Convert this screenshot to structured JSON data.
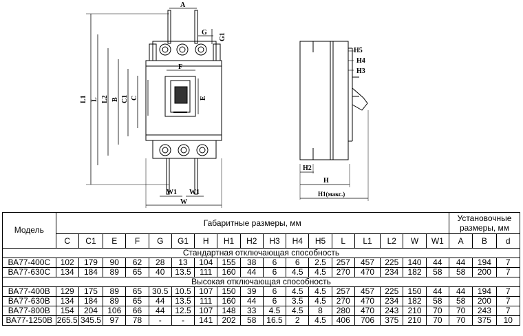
{
  "drawing": {
    "front_labels": [
      "A",
      "G",
      "G1",
      "L1",
      "L",
      "L2",
      "B",
      "C1",
      "C",
      "F",
      "E",
      "W1",
      "W1",
      "W"
    ],
    "side_labels": [
      "H5",
      "H4",
      "H3",
      "H2",
      "H",
      "H1(макс.)"
    ]
  },
  "table": {
    "model_header": "Модель",
    "dims_header": "Габаритные размеры, мм",
    "mount_header": "Установочные размеры, мм",
    "columns": [
      "C",
      "C1",
      "E",
      "F",
      "G",
      "G1",
      "H",
      "H1",
      "H2",
      "H3",
      "H4",
      "H5",
      "L",
      "L1",
      "L2",
      "W",
      "W1",
      "A",
      "B",
      "d"
    ],
    "sections": [
      {
        "title": "Стандартная отключающая способность",
        "rows": [
          [
            "ВА77-400С",
            "102",
            "179",
            "90",
            "62",
            "28",
            "13",
            "104",
            "155",
            "38",
            "6",
            "6",
            "2.5",
            "257",
            "457",
            "225",
            "140",
            "44",
            "44",
            "194",
            "7"
          ],
          [
            "ВА77-630С",
            "134",
            "184",
            "89",
            "65",
            "40",
            "13.5",
            "111",
            "160",
            "44",
            "6",
            "4.5",
            "4.5",
            "270",
            "470",
            "234",
            "182",
            "58",
            "58",
            "200",
            "7"
          ]
        ]
      },
      {
        "title": "Высокая отключающая способность",
        "rows": [
          [
            "ВА77-400В",
            "129",
            "175",
            "89",
            "65",
            "30.5",
            "10.5",
            "107",
            "150",
            "39",
            "6",
            "4.5",
            "4.5",
            "257",
            "457",
            "225",
            "150",
            "44",
            "44",
            "194",
            "7"
          ],
          [
            "ВА77-630В",
            "134",
            "184",
            "89",
            "65",
            "44",
            "13.5",
            "111",
            "160",
            "44",
            "6",
            "3.5",
            "4.5",
            "270",
            "470",
            "234",
            "182",
            "58",
            "58",
            "200",
            "7"
          ],
          [
            "ВА77-800В",
            "154",
            "204",
            "106",
            "66",
            "44",
            "12.5",
            "107",
            "148",
            "33",
            "4.5",
            "4.5",
            "8",
            "280",
            "470",
            "243",
            "210",
            "70",
            "70",
            "243",
            "7"
          ],
          [
            "ВА77-1250В",
            "265.5",
            "345.5",
            "97",
            "78",
            "-",
            "-",
            "141",
            "202",
            "58",
            "16.5",
            "2",
            "4.5",
            "406",
            "706",
            "375",
            "210",
            "70",
            "70",
            "375",
            "10"
          ]
        ]
      }
    ]
  }
}
